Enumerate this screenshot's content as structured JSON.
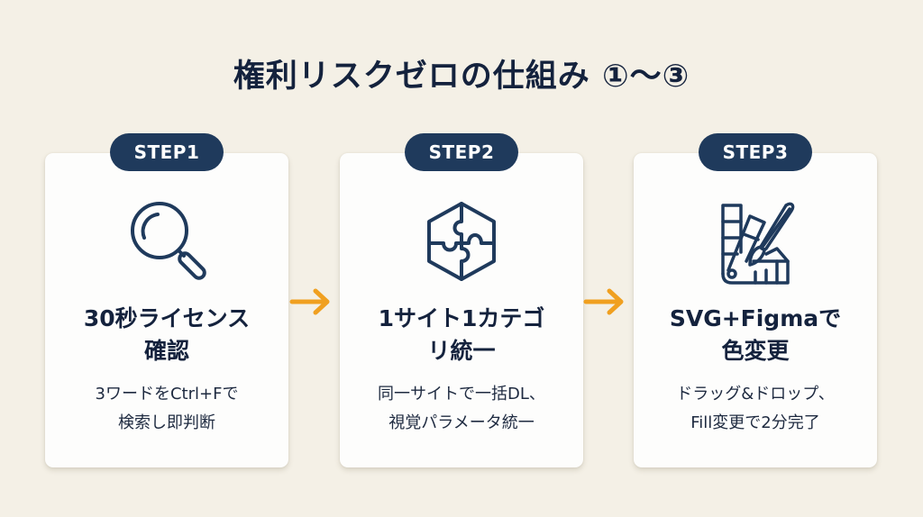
{
  "title": "権利リスクゼロの仕組み ①〜③",
  "colors": {
    "background": "#f4f0e6",
    "navy": "#1f3a5c",
    "text": "#14223d",
    "arrow": "#f0a020",
    "card": "#fdfdfc"
  },
  "steps": [
    {
      "label": "STEP1",
      "icon": "magnifying-glass-icon",
      "heading": [
        "30秒ライセンス",
        "確認"
      ],
      "body": [
        "3ワードをCtrl+Fで",
        "検索し即判断"
      ]
    },
    {
      "label": "STEP2",
      "icon": "puzzle-hexagon-icon",
      "heading": [
        "1サイト1カテゴ",
        "リ統一"
      ],
      "body": [
        "同一サイトで一括DL、",
        "視覚パラメータ統一"
      ]
    },
    {
      "label": "STEP3",
      "icon": "color-palette-brush-icon",
      "heading": [
        "SVG+Figmaで",
        "色変更"
      ],
      "body": [
        "ドラッグ&ドロップ、",
        "Fill変更で2分完了"
      ]
    }
  ],
  "connectors": [
    {
      "icon": "arrow-right-icon"
    },
    {
      "icon": "arrow-right-icon"
    }
  ]
}
